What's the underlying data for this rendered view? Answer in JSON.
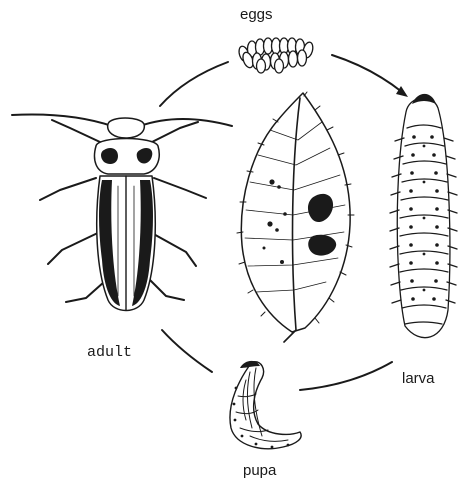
{
  "diagram": {
    "stages": {
      "eggs": "eggs",
      "larva": "larva",
      "pupa": "pupa",
      "adult": "adult"
    },
    "icons": {
      "eggs": "egg-cluster-icon",
      "larva": "larva-icon",
      "pupa": "pupa-icon",
      "adult": "beetle-icon",
      "center": "leaf-icon"
    },
    "colors": {
      "ink": "#1a1a1a",
      "paper": "#ffffff"
    }
  }
}
